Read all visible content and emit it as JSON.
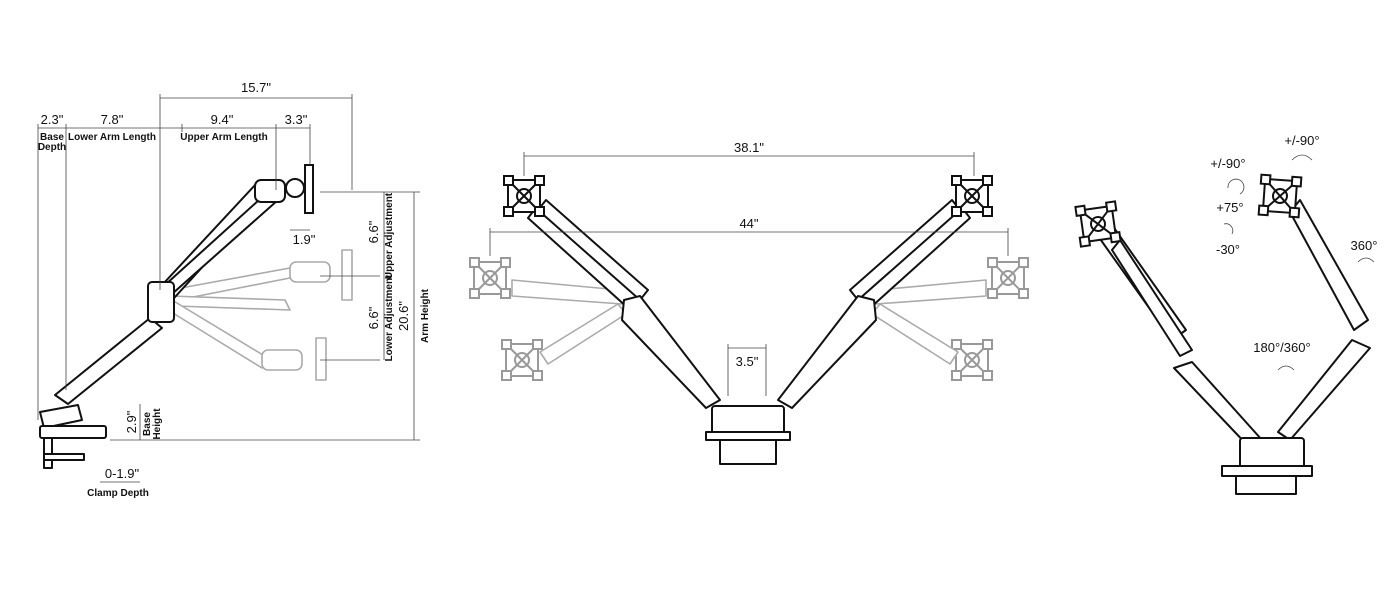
{
  "side_view": {
    "dims": {
      "overall_depth": "15.7\"",
      "base_depth": "2.3\"",
      "lower_arm": "7.8\"",
      "upper_arm": "9.4\"",
      "head": "3.3\"",
      "tilt_offset": "1.9\"",
      "upper_adjust": "6.6\"",
      "lower_adjust": "6.6\"",
      "arm_height": "20.6\"",
      "base_height": "2.9\"",
      "clamp_depth": "0-1.9\""
    },
    "labels": {
      "base": "Base",
      "depth": "Depth",
      "lower_arm_length": "Lower Arm Length",
      "upper_arm_length": "Upper Arm Length",
      "upper_adjustment": "Upper Adjustment",
      "lower_adjustment": "Lower Adjustment",
      "arm_height": "Arm Height",
      "base2": "Base",
      "height": "Height",
      "clamp_depth": "Clamp Depth"
    }
  },
  "front_view": {
    "dims": {
      "span_top": "38.1\"",
      "span_mid": "44\"",
      "pole": "3.5\""
    }
  },
  "rotation_view": {
    "labels": {
      "tilt_right": "+/-90°",
      "swivel": "+/-90°",
      "tilt_up": "+75°",
      "tilt_down": "-30°",
      "rotate": "360°",
      "base_rotate": "180°/360°"
    }
  }
}
